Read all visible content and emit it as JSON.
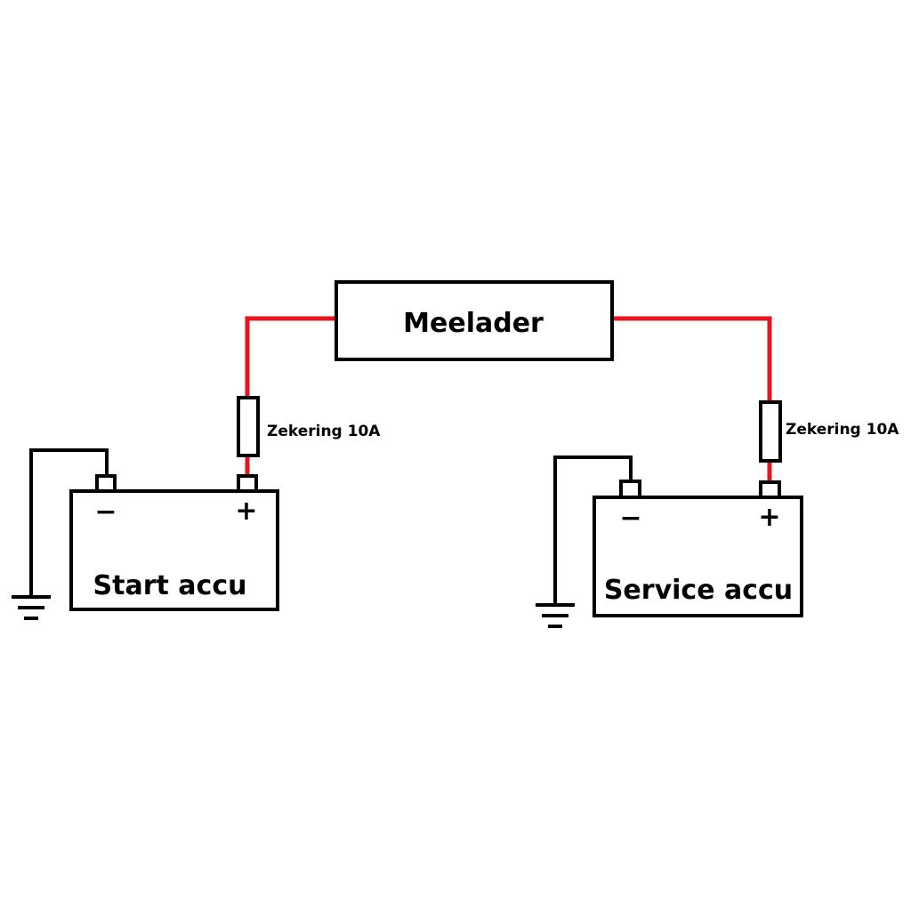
{
  "colors": {
    "positive_wire": "#e8141e",
    "outline": "#000000",
    "background": "#ffffff"
  },
  "charger": {
    "label": "Meelader"
  },
  "fuses": {
    "left_label": "Zekering 10A",
    "right_label": "Zekering 10A"
  },
  "batteries": {
    "start": {
      "label": "Start accu",
      "negative_sign": "−",
      "positive_sign": "+"
    },
    "service": {
      "label": "Service accu",
      "negative_sign": "−",
      "positive_sign": "+"
    }
  },
  "icons": {
    "ground": "ground-icon"
  }
}
